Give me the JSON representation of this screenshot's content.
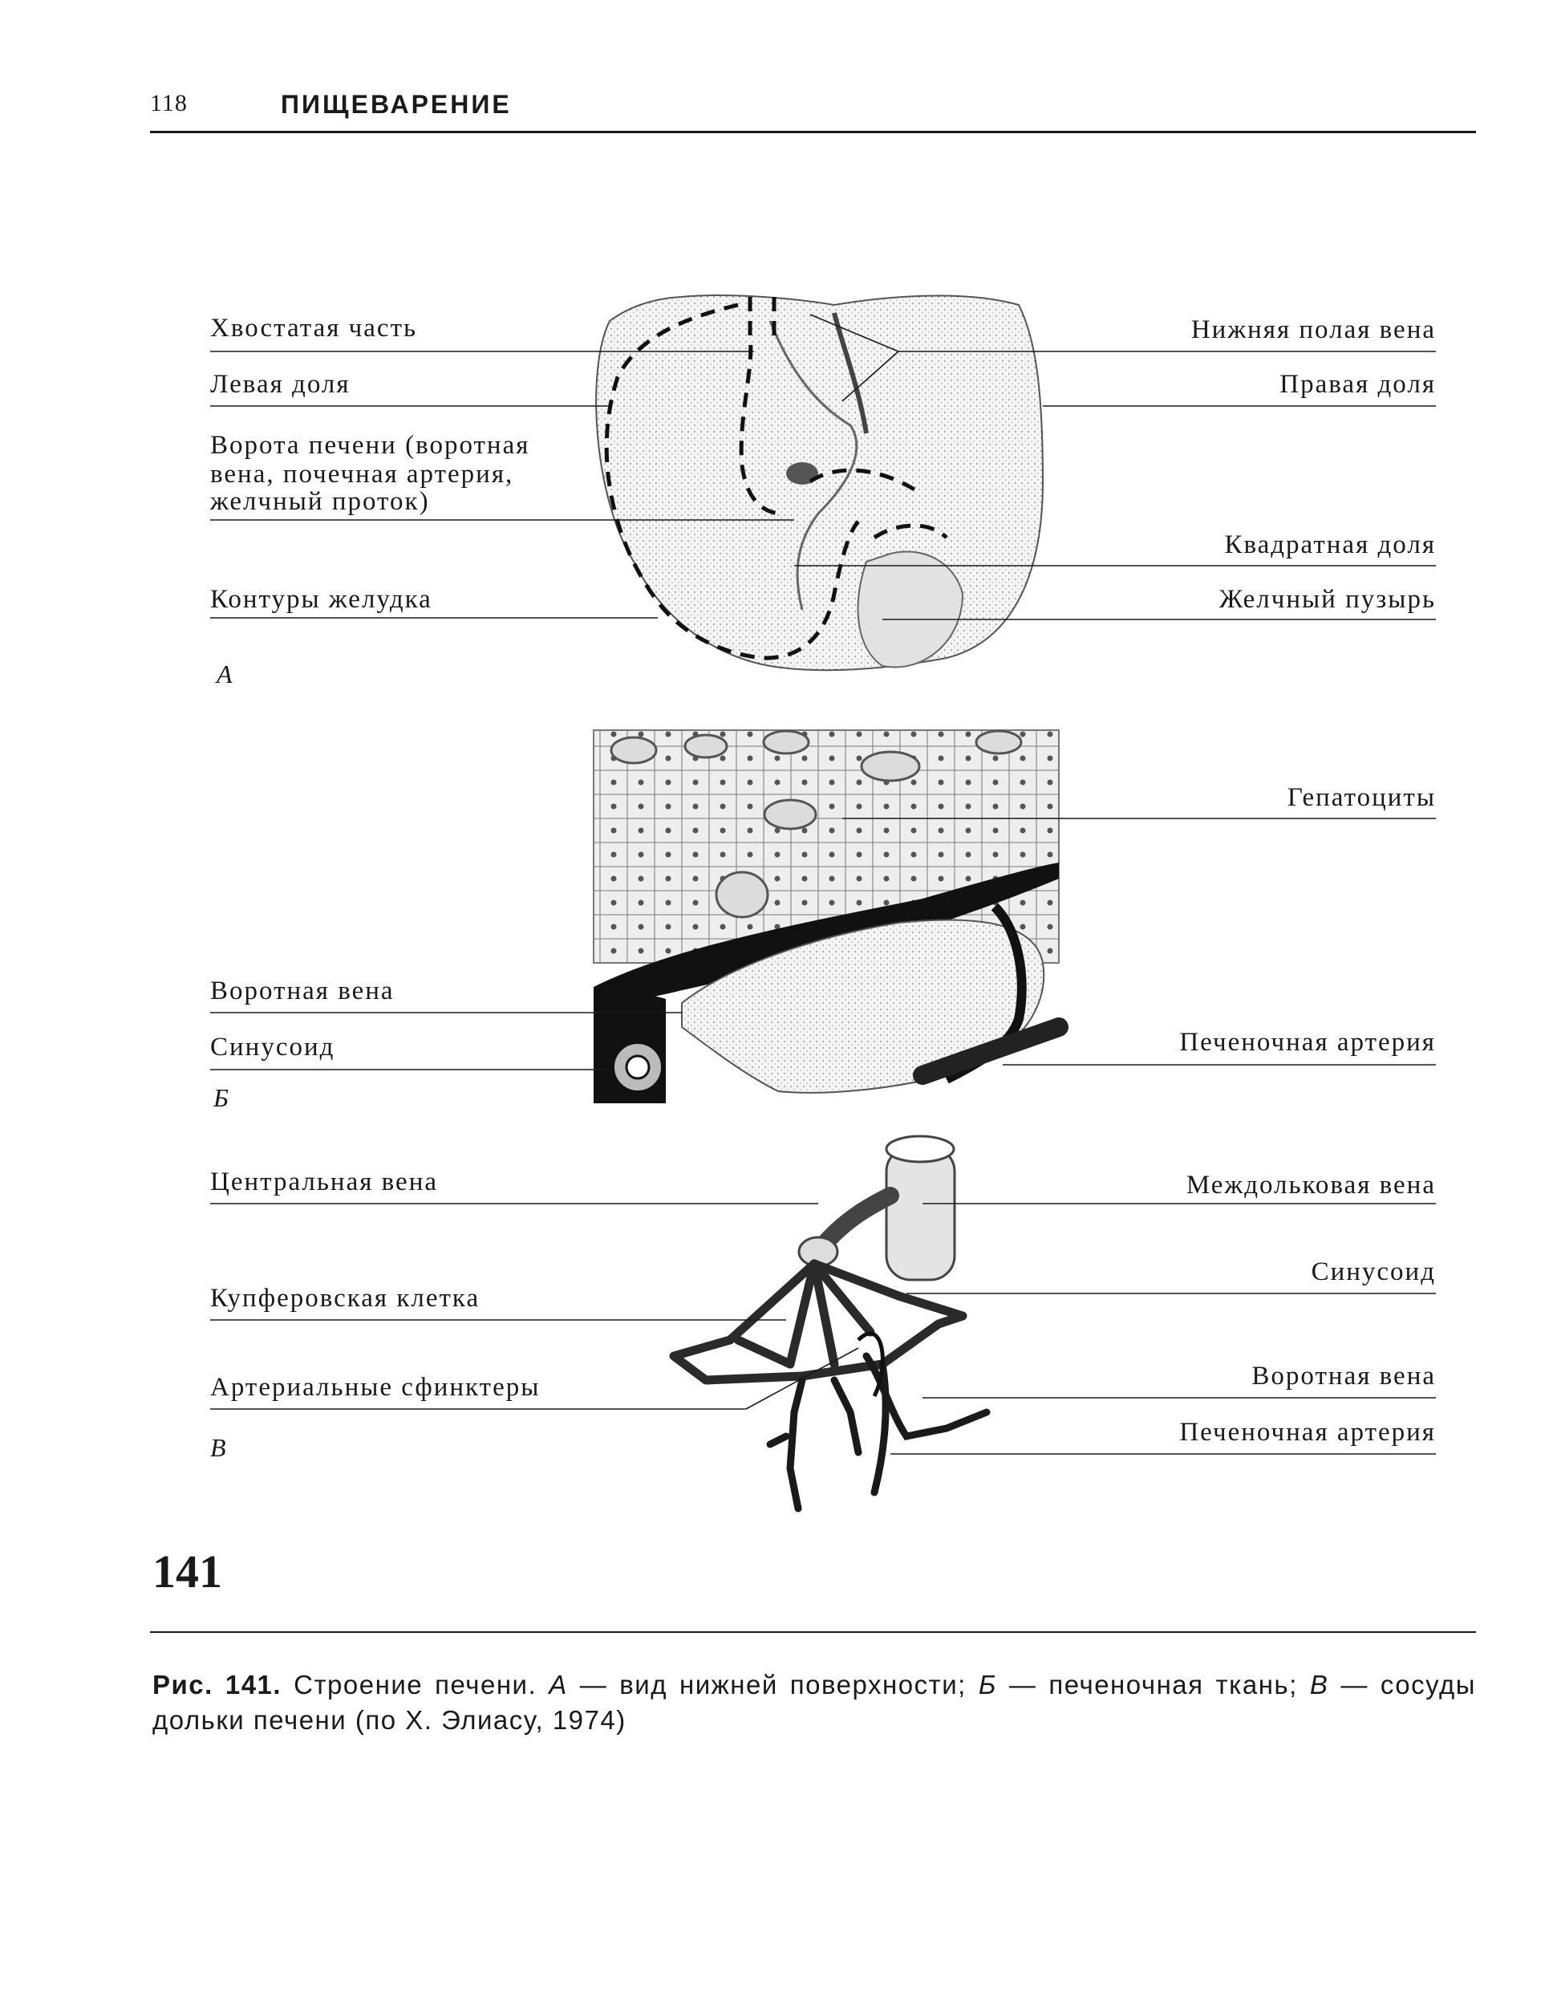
{
  "header": {
    "page_number": "118",
    "section_title": "ПИЩЕВАРЕНИЕ"
  },
  "panel_a": {
    "letter": "А",
    "left_labels": [
      "Хвостатая часть",
      "Левая доля",
      "Ворота печени (воротная",
      "вена, почечная артерия,",
      "желчный проток)",
      "Контуры желудка"
    ],
    "right_labels": [
      "Нижняя полая вена",
      "Правая доля",
      "Квадратная доля",
      "Желчный пузырь"
    ]
  },
  "panel_b": {
    "letter": "Б",
    "left_labels": [
      "Воротная вена",
      "Синусоид"
    ],
    "right_labels": [
      "Гепатоциты",
      "Печеночная артерия"
    ]
  },
  "panel_c": {
    "letter": "В",
    "left_labels": [
      "Центральная вена",
      "Купферовская клетка",
      "Артериальные сфинктеры"
    ],
    "right_labels": [
      "Междольковая вена",
      "Синусоид",
      "Воротная вена",
      "Печеночная артерия"
    ]
  },
  "figure_number": "141",
  "caption": {
    "prefix": "Рис. 141.",
    "text_1": " Строение печени. ",
    "a": "А",
    "text_2": " — вид нижней поверхности; ",
    "b": "Б",
    "text_3": " — печеночная ткань; ",
    "c": "В",
    "text_4": " — сосуды дольки печени (по Х. Элиасу, 1974)"
  }
}
